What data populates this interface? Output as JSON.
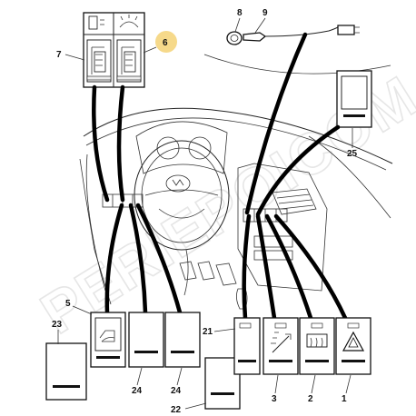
{
  "callouts": [
    "1",
    "2",
    "3",
    "5",
    "6",
    "7",
    "8",
    "9",
    "21",
    "22",
    "23",
    "24",
    "24",
    "25"
  ],
  "watermark": "PERIEPOICOM",
  "colors": {
    "highlight": "#f6d98a",
    "ink": "#111111",
    "watermark": "#e6e6e6"
  },
  "icons": {
    "hazard": "hazard-warning-triangle-icon",
    "defrost": "rear-defrost-icon",
    "headlamp": "headlamp-adjust-icon",
    "tailgate": "tailgate-icon",
    "interior_lamp": "interior-lamp-icon",
    "panel_light": "panel-lighting-icon"
  }
}
